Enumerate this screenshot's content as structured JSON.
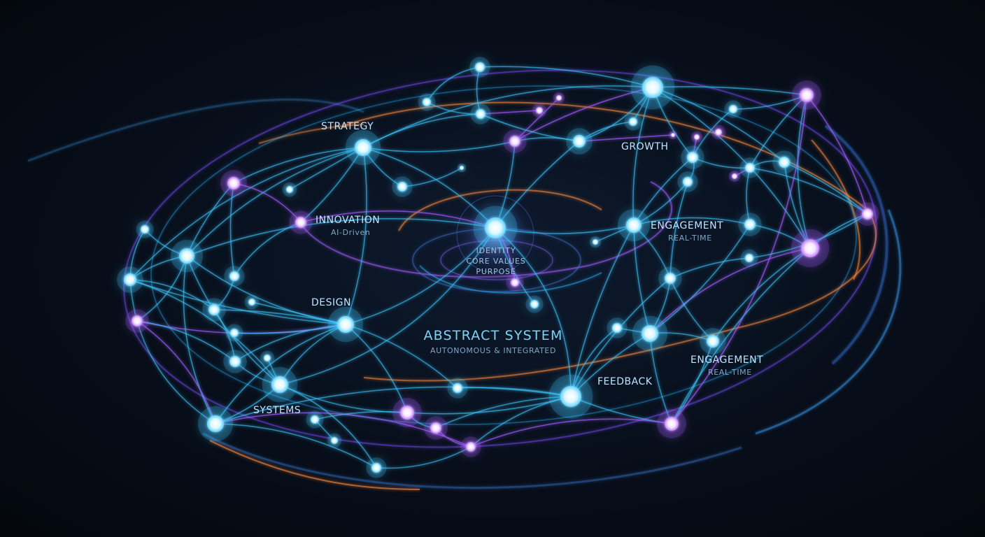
{
  "diagram": {
    "title": "ABSTRACT SYSTEM",
    "subtitle": "AUTONOMOUS & INTEGRATED",
    "core": {
      "line1": "IDENTITY",
      "line2": "CORE VALUES",
      "line3": "PURPOSE"
    },
    "labels": {
      "strategy": "STRATEGY",
      "growth": "GROWTH",
      "innovation": "INNOVATION",
      "innovation_sub": "AI-Driven",
      "engagement_top": "ENGAGEMENT",
      "engagement_top_sub": "REAL-TIME",
      "design": "DESIGN",
      "engagement_bottom": "ENGAGEMENT",
      "engagement_bottom_sub": "REAL-TIME",
      "feedback": "FEEDBACK",
      "systems": "SYSTEMS"
    }
  },
  "colors": {
    "cyan": "#3ec8ff",
    "violet": "#a35cff",
    "orange": "#ff8a3a",
    "node_cyan": "#e9fbff",
    "node_violet": "#f6d8ff"
  }
}
